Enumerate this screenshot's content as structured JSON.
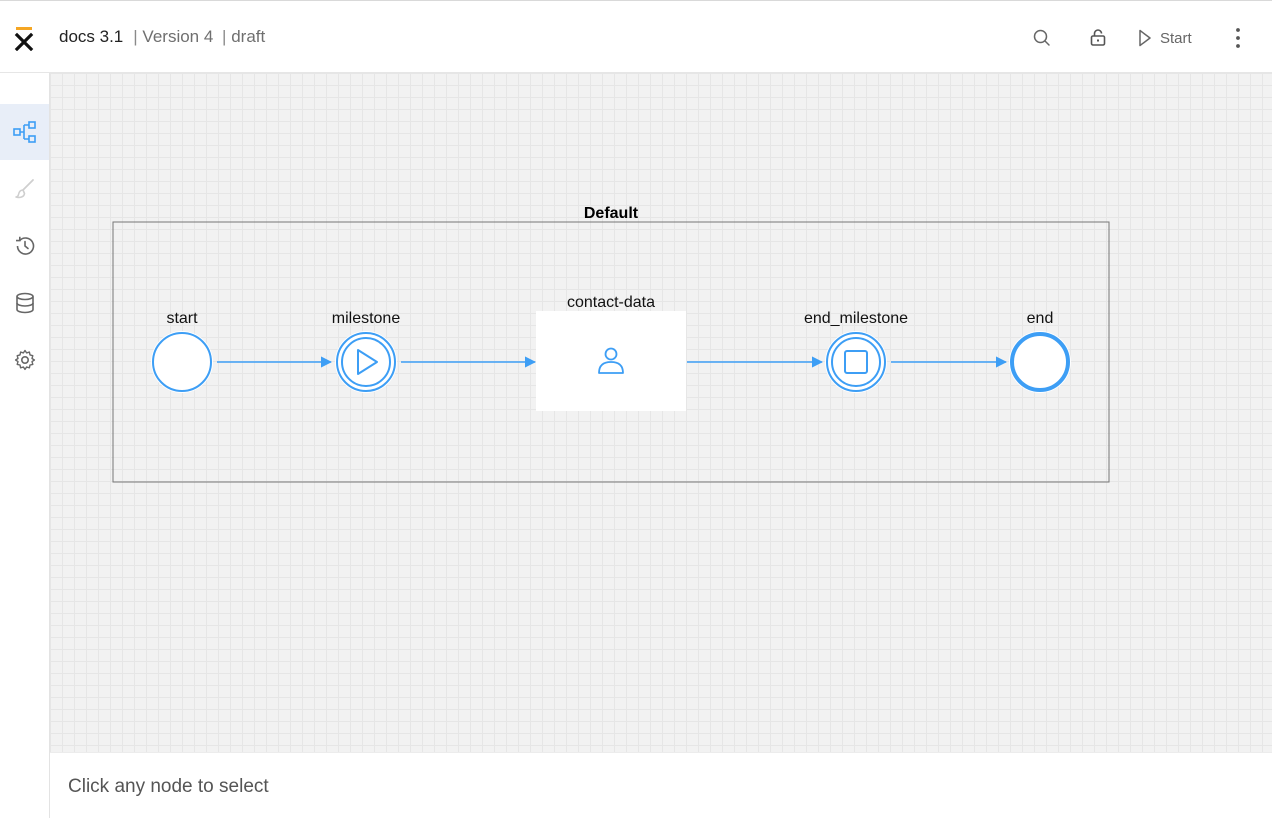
{
  "header": {
    "app_name": "docs 3.1",
    "version": "Version 4",
    "status": "draft",
    "start_label": "Start"
  },
  "sidebar": {
    "items": [
      {
        "icon": "process-tree-icon",
        "active": true
      },
      {
        "icon": "brush-icon",
        "active": false
      },
      {
        "icon": "history-icon",
        "active": false
      },
      {
        "icon": "database-icon",
        "active": false
      },
      {
        "icon": "gear-icon",
        "active": false
      }
    ]
  },
  "diagram": {
    "swimlane_label": "Default",
    "nodes": [
      {
        "id": "start",
        "label": "start",
        "type": "start-event"
      },
      {
        "id": "milestone",
        "label": "milestone",
        "type": "start-milestone"
      },
      {
        "id": "contact-data",
        "label": "contact-data",
        "type": "user-task"
      },
      {
        "id": "end_milestone",
        "label": "end_milestone",
        "type": "end-milestone"
      },
      {
        "id": "end",
        "label": "end",
        "type": "end-event"
      }
    ],
    "edges": [
      {
        "from": "start",
        "to": "milestone"
      },
      {
        "from": "milestone",
        "to": "contact-data"
      },
      {
        "from": "contact-data",
        "to": "end_milestone"
      },
      {
        "from": "end_milestone",
        "to": "end"
      }
    ],
    "accent_color": "#3d9ef5"
  },
  "footer": {
    "hint": "Click any node to select"
  }
}
